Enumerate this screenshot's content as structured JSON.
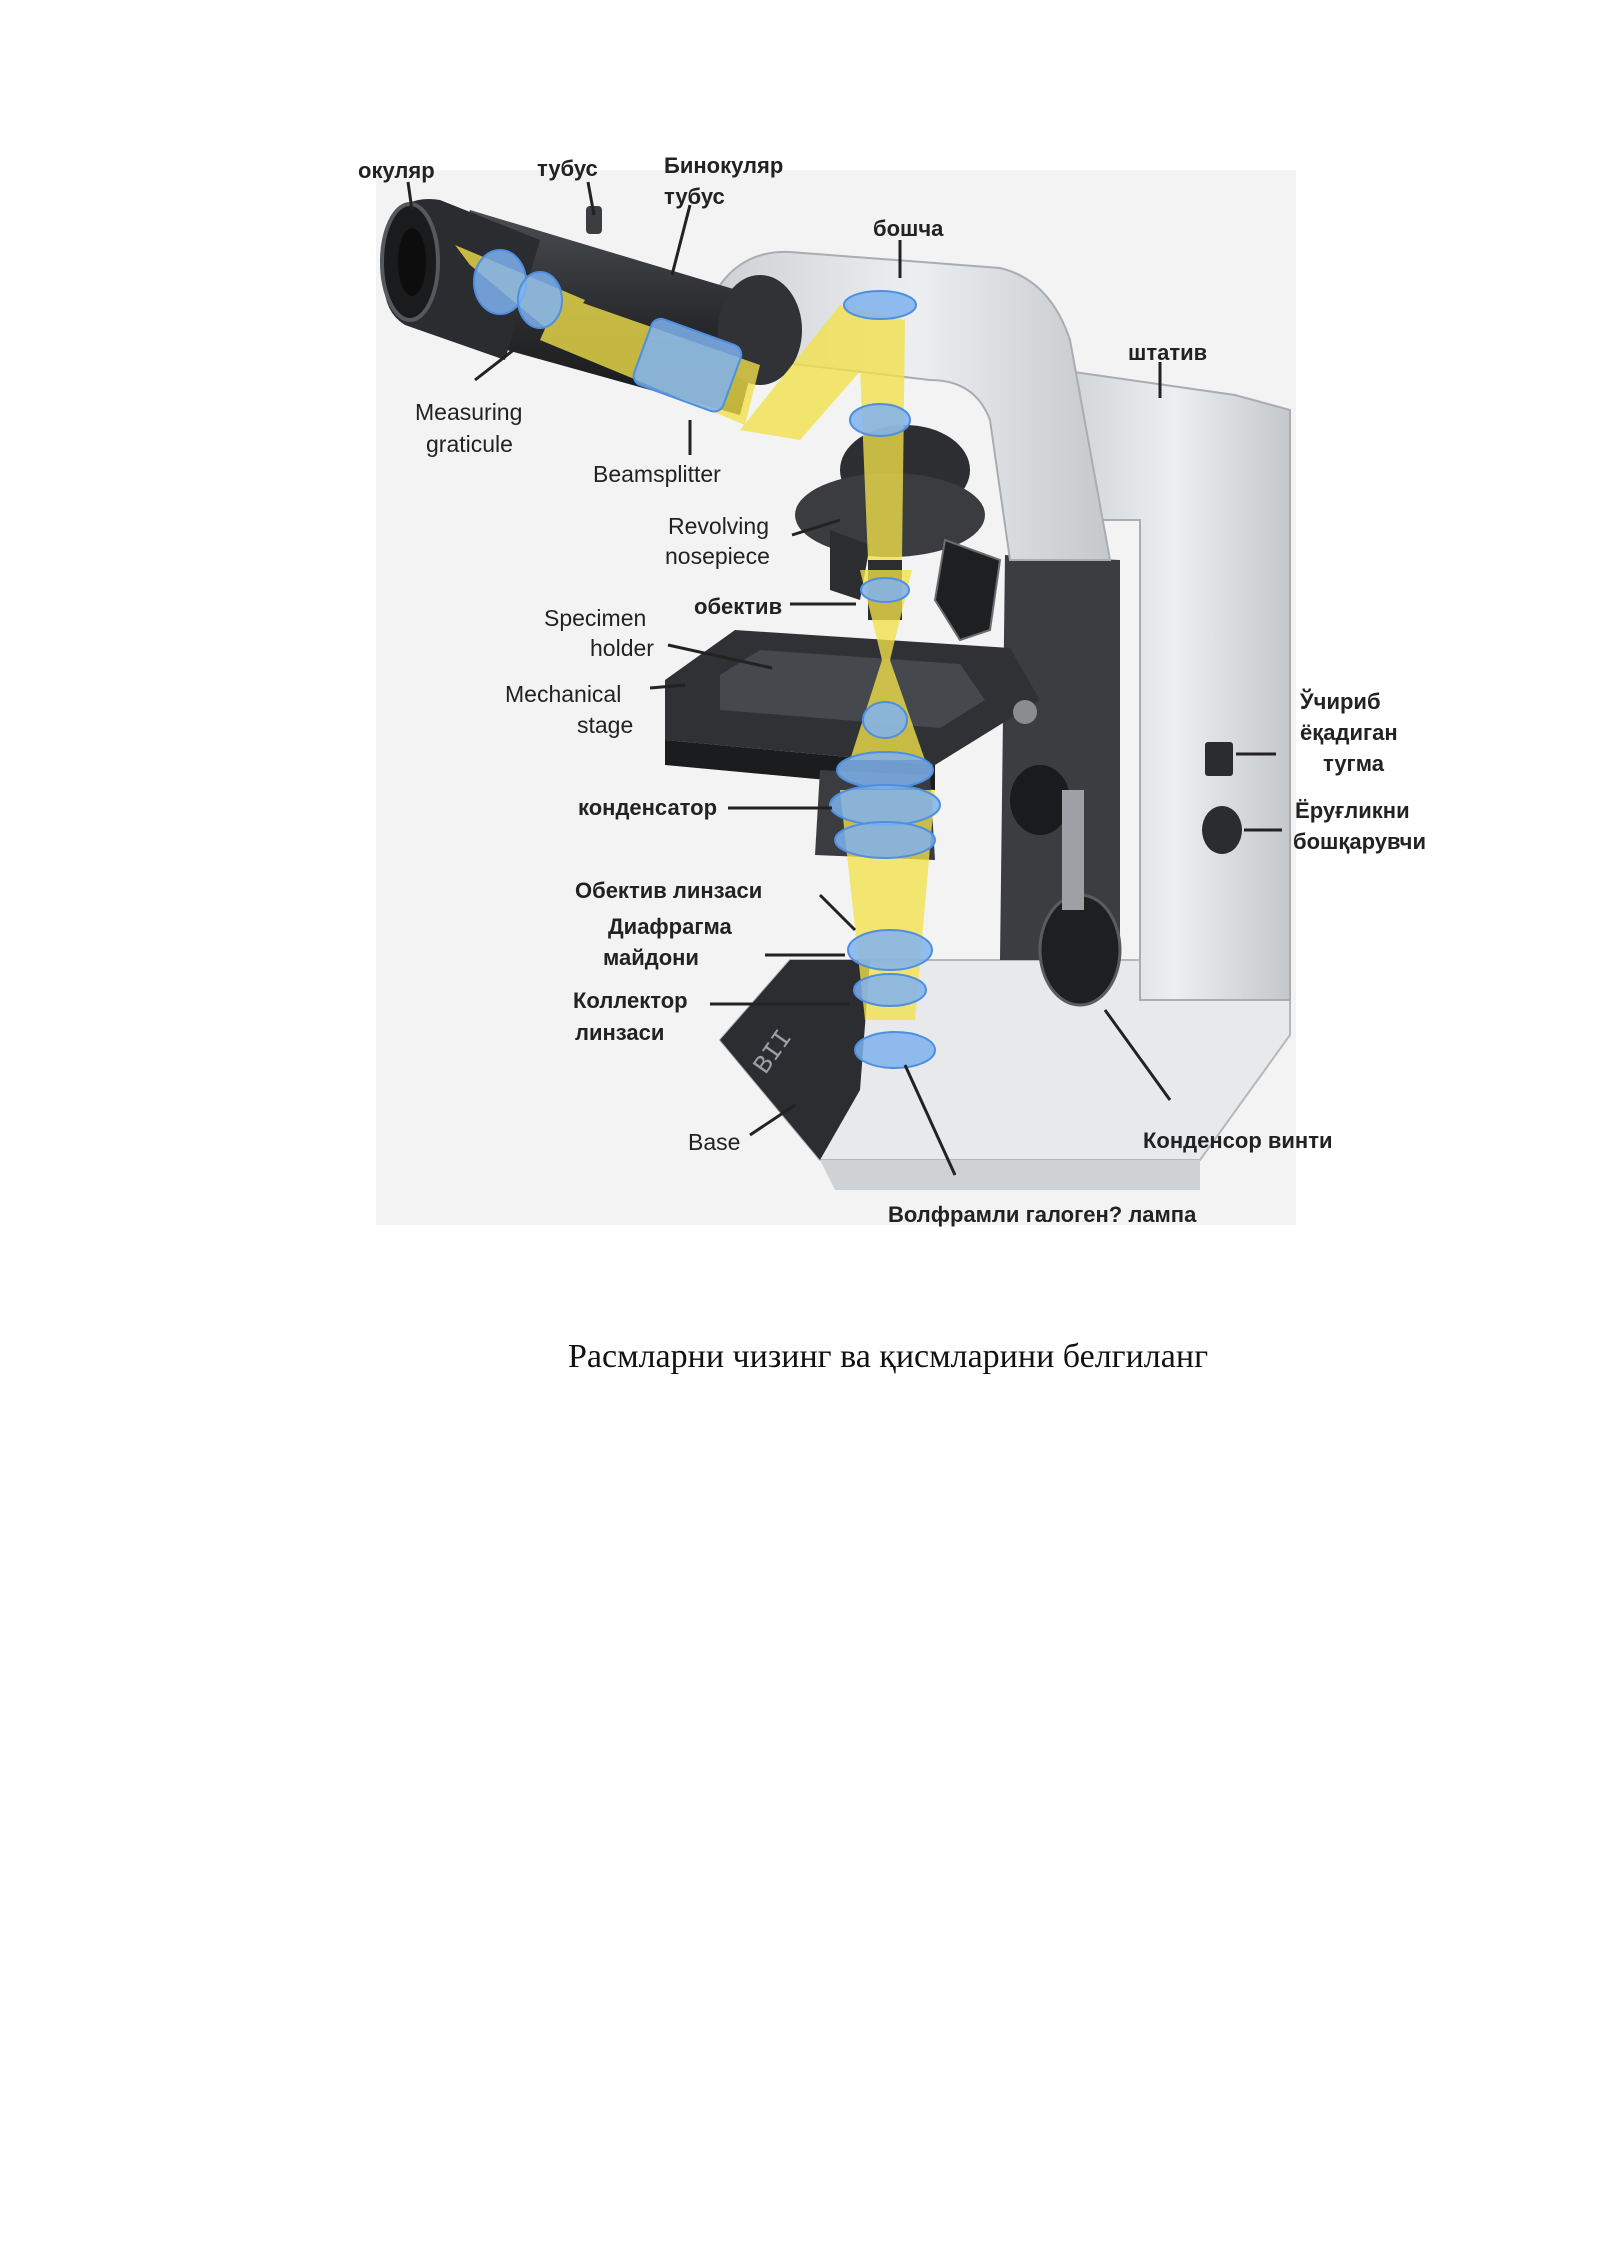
{
  "labels": {
    "eyepiece": "окуляр",
    "tube": "тубус",
    "binocular_tube_1": "Бинокуляр",
    "binocular_tube_2": "тубус",
    "head": "бошча",
    "stand": "штатив",
    "graticule_1": "Measuring",
    "graticule_2": "graticule",
    "beamsplitter": "Beamsplitter",
    "nosepiece_1": "Revolving",
    "nosepiece_2": "nosepiece",
    "objective": "обектив",
    "specimen_1": "Specimen",
    "specimen_2": "holder",
    "stage_1": "Mechanical",
    "stage_2": "stage",
    "switch_1": "Ўчириб",
    "switch_2": "ёқадиган",
    "switch_3": "тугма",
    "brightness_1": "Ёруғликни",
    "brightness_2": "бошқарувчи",
    "condenser": "конденсатор",
    "objective_lens": "Обектив линзаси",
    "diaphragm_1": "Диафрагма",
    "diaphragm_2": "майдони",
    "collector_1": "Коллектор",
    "collector_2": "линзаси",
    "base": "Base",
    "condenser_screw": "Конденсор винти",
    "lamp": "Волфрамли галоген? лампа"
  },
  "caption": "Расмларни чизинг ва қисмларини белгиланг",
  "colors": {
    "light_beam": "#f2e24a",
    "lens": "#7fb2ef",
    "body_light": "#e4e6e8",
    "body_dark": "#3a3c3f"
  }
}
